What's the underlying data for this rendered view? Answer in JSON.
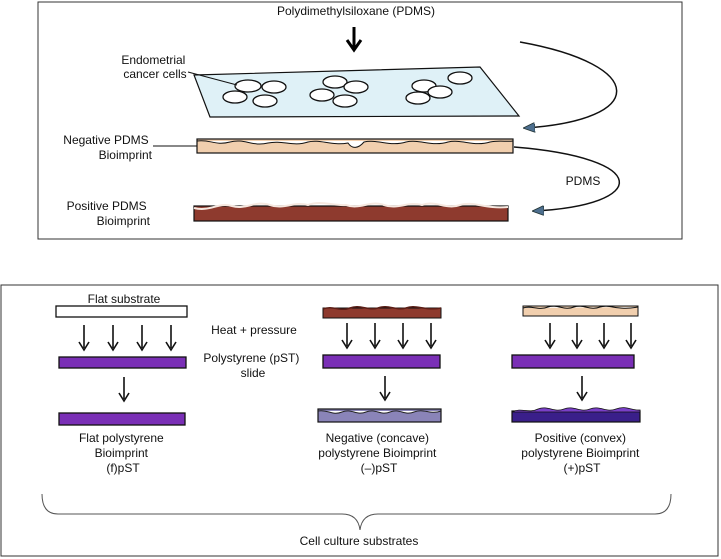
{
  "top_panel": {
    "pdms_label": "Polydimethylsiloxane (PDMS)",
    "cells_label": [
      "Endometrial",
      "cancer cells"
    ],
    "negative_label": [
      "Negative PDMS",
      "Bioimprint"
    ],
    "positive_label": [
      "Positive PDMS",
      "Bioimprint"
    ],
    "pdms_side_label": "PDMS"
  },
  "bottom_panel": {
    "flat_substrate_label": "Flat substrate",
    "heat_label": "Heat + pressure",
    "slide_label": [
      "Polystyrene (pST)",
      "slide"
    ],
    "columns": [
      {
        "caption": [
          "Flat polystyrene",
          "Bioimprint",
          "(f)pST"
        ]
      },
      {
        "caption": [
          "Negative (concave)",
          "polystyrene Bioimprint",
          "(–)pST"
        ]
      },
      {
        "caption": [
          "Positive (convex)",
          "polystyrene Bioimprint",
          "(+)pST"
        ]
      }
    ],
    "footer_label": "Cell culture substrates"
  },
  "colors": {
    "slide_blue": "#dff1f7",
    "pdms_negative": "#f1cfae",
    "pdms_positive": "#8e3a2e",
    "polystyrene": "#7a2fb6",
    "dark_purple": "#3a1f8a",
    "arrow_blue": "#5a7a9a"
  }
}
